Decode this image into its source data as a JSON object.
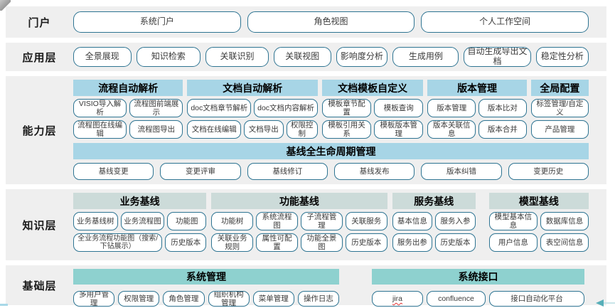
{
  "portal": {
    "label": "门户",
    "buttons": [
      "系统门户",
      "角色视图",
      "个人工作空间"
    ]
  },
  "application": {
    "label": "应用层",
    "buttons": [
      "全景展现",
      "知识检索",
      "关联识别",
      "关联视图",
      "影响度分析",
      "生成用例",
      "自动生成导出文档",
      "稳定性分析"
    ]
  },
  "capability": {
    "label": "能力层",
    "groups": [
      {
        "title": "流程自动解析",
        "rows": [
          [
            "VISIO导入解析",
            "流程图前端展示"
          ],
          [
            "流程图在线编辑",
            "流程图导出"
          ]
        ]
      },
      {
        "title": "文档自动解析",
        "rows": [
          [
            "doc文档章节解析",
            "doc文档内容解析"
          ],
          [
            "文档在线编辑",
            "文档导出",
            "权限控制"
          ]
        ]
      },
      {
        "title": "文档模板自定义",
        "rows": [
          [
            "模板章节配置",
            "模板查询"
          ],
          [
            "模板引用关系",
            "模板版本管理"
          ]
        ]
      },
      {
        "title": "版本管理",
        "rows": [
          [
            "版本管理",
            "版本比对"
          ],
          [
            "版本关联信息",
            "版本合并"
          ]
        ]
      },
      {
        "title": "全局配置",
        "rows": [
          [
            "标签管理/自定义"
          ],
          [
            "产品管理"
          ]
        ]
      }
    ],
    "baseline": {
      "title": "基线全生命周期管理",
      "buttons": [
        "基线变更",
        "变更评审",
        "基线修订",
        "基线发布",
        "版本纠错",
        "变更历史"
      ]
    }
  },
  "knowledge": {
    "label": "知识层",
    "groups": [
      {
        "title": "业务基线",
        "rows": [
          [
            "业务基线树",
            "业务流程图",
            "功能图"
          ],
          [
            "全业务流程功能图（搜索/下钻展示）",
            "历史版本"
          ]
        ]
      },
      {
        "title": "功能基线",
        "rows": [
          [
            "功能树",
            "系统流程图",
            "子流程管理",
            "关联服务"
          ],
          [
            "关联业务规则",
            "属性可配置",
            "功能全景图",
            "历史版本"
          ]
        ]
      },
      {
        "title": "服务基线",
        "rows": [
          [
            "基本信息",
            "服务入参"
          ],
          [
            "服务出参",
            "历史版本"
          ]
        ]
      },
      {
        "title": "模型基线",
        "rows": [
          [
            "模型基本信息",
            "数据库信息"
          ],
          [
            "用户信息",
            "表空间信息"
          ]
        ]
      }
    ]
  },
  "foundation": {
    "label": "基础层",
    "groups": [
      {
        "title": "系统管理",
        "buttons": [
          "多用户管理",
          "权限管理",
          "角色管理",
          "组织机构管理",
          "菜单管理",
          "操作日志"
        ]
      },
      {
        "title": "系统接口",
        "buttons": [
          "jira",
          "confluence",
          "接口自动化平台"
        ]
      }
    ]
  },
  "colors": {
    "band_bg": "#efefef",
    "button_border": "#2e7492",
    "capability_header": "#a7d5e6",
    "knowledge_header": "#ccdbd9",
    "foundation_header": "#8ed1cf",
    "arrow_teal": "#57afb9",
    "spellcheck_red": "#e03030"
  },
  "decorations": [
    "corner-fold",
    "bottom-left-cyan-tick",
    "bottom-right-left-arrow"
  ]
}
